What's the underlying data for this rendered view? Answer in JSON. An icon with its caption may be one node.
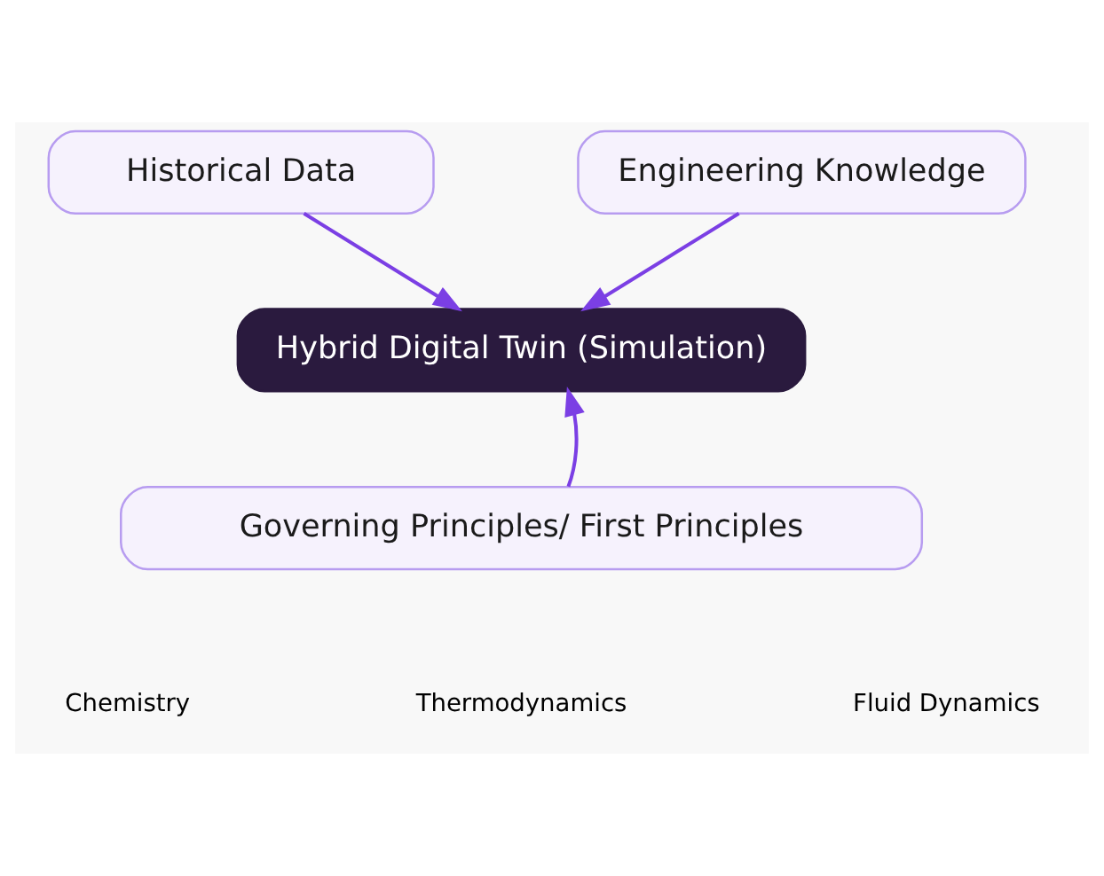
{
  "diagram": {
    "nodes": [
      {
        "text": [
          "Historical Data"
        ]
      },
      {
        "text": [
          "Engineering Knowledge"
        ]
      },
      {
        "text": [
          "Hybrid Digital Twin (Simulation)"
        ]
      },
      {
        "text": [
          "Governing Principles/ First Principles"
        ]
      }
    ],
    "edges": [
      {
        "from": 0,
        "to": 2,
        "arrow": "to"
      },
      {
        "from": 1,
        "to": 2,
        "arrow": "to"
      },
      {
        "from": 3,
        "to": 2,
        "arrow": "to"
      }
    ],
    "labels": [
      "Chemistry",
      "Thermodynamics",
      "Fluid Dynamics"
    ]
  }
}
